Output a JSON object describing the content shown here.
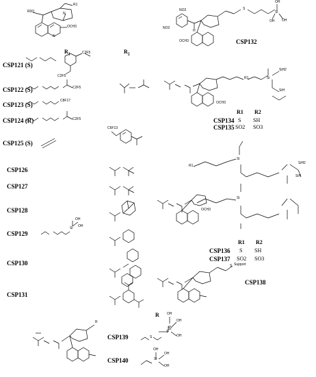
{
  "labels": {
    "r1_header": "R",
    "r1_header_sub": "1",
    "r2_header": "R",
    "r2_header_sub": "2",
    "r_header": "R",
    "csp121": "CSP121 (S)",
    "csp122": "CSP122 (S)",
    "csp123": "CSP123 (S)",
    "csp124": "CSP124 (R)",
    "csp125": "CSP125 (S)",
    "csp126": "CSP126",
    "csp127": "CSP127",
    "csp128": "CSP128",
    "csp129": "CSP129",
    "csp130": "CSP130",
    "csp131": "CSP131",
    "csp132": "CSP132",
    "csp134": "CSP134",
    "csp135": "CSP135",
    "csp136": "CSP136",
    "csp137": "CSP137",
    "csp138": "CSP138",
    "csp139": "CSP139",
    "csp140": "CSP140"
  },
  "group_table_a": {
    "h_r1": "R1",
    "h_r2": "R2",
    "row1_r1": "S",
    "row1_r2": "SH",
    "row2_r1": "SO2",
    "row2_r2": "SO3"
  },
  "group_table_b": {
    "h_r1": "R1",
    "h_r2": "R2",
    "row1_r1": "S",
    "row1_r2": "SH",
    "row2_r1": "SO2",
    "row2_r2": "SO3"
  },
  "atoms": {
    "r0o": "R0O",
    "r1": "R1",
    "och3": "OCH3",
    "c2f5": "C2F5",
    "c8f17": "C8F17",
    "c6f13": "C6F13",
    "no2": "NO2",
    "h": "H",
    "n": "N",
    "o": "O",
    "oh": "OH",
    "si": "Si",
    "sih2": "SiH2",
    "sih": "SiH",
    "s": "S",
    "support": "Support",
    "r": "R",
    "three": "3"
  }
}
